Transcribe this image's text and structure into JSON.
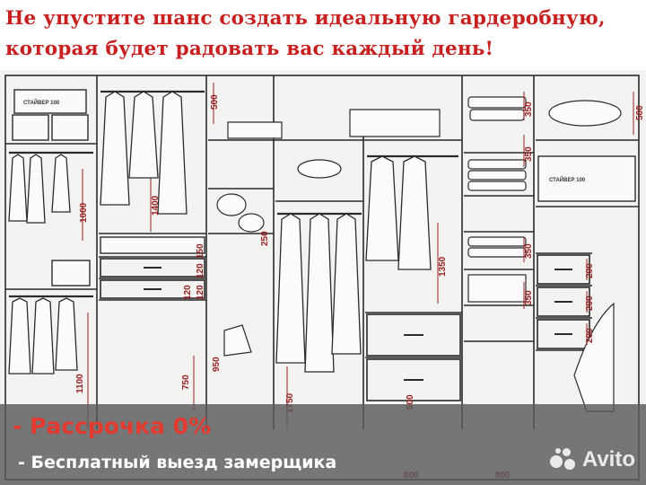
{
  "headline": {
    "line1": "Не упустите шанс создать идеальную гардеробную,",
    "line2": "которая будет радовать вас каждый день!"
  },
  "promo": {
    "line1": "- Рассрочка 0%",
    "line2": "- Бесплатный выезд замерщика"
  },
  "watermark": {
    "text": "Avito"
  },
  "sketch": {
    "box_label": "СТАЙВЕР 100",
    "dimensions": {
      "d1000": "1000",
      "d1100": "1100",
      "d1400": "1400",
      "d500a": "500",
      "d750": "750",
      "d120a": "120",
      "d120b": "120",
      "d120c": "120",
      "d150": "150",
      "d950": "950",
      "d1750": "1750",
      "d250": "250",
      "d1350": "1350",
      "d500b": "500",
      "d350a": "350",
      "d350b": "350",
      "d350c": "350",
      "d350d": "350",
      "d200a": "200",
      "d200b": "200",
      "d200c": "200",
      "d500c": "500",
      "d800a": "800",
      "d800b": "800"
    }
  },
  "colors": {
    "headline": "#c8201f",
    "promo_accent": "#e23a2f",
    "promo_bg": "#5a5a5a"
  }
}
